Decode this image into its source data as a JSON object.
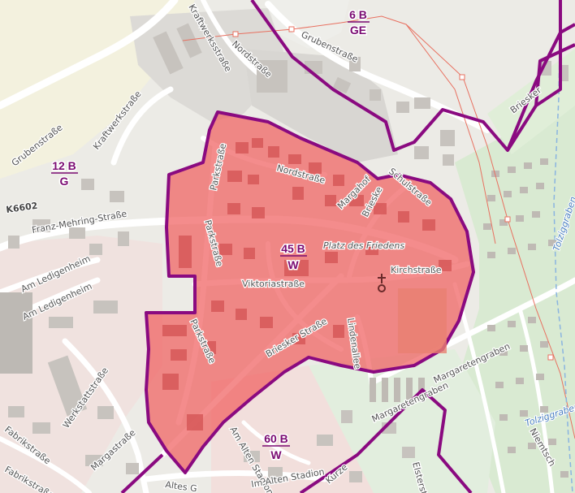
{
  "map": {
    "colors": {
      "background": "#ecebe6",
      "zone_border": "#8a0a80",
      "highlight_fill": "#f06a6a",
      "zone_label": "#7a0a72",
      "green_area": "#d8ead0",
      "building": "#c9c5c0",
      "road": "#ffffff",
      "rail_line": "#e87060"
    },
    "zones": [
      {
        "id": "6b",
        "top": "6 B",
        "bottom": "GE"
      },
      {
        "id": "12b",
        "top": "12 B",
        "bottom": "G"
      },
      {
        "id": "45b",
        "top": "45 B",
        "bottom": "W",
        "highlighted": true
      },
      {
        "id": "60b",
        "top": "60 B",
        "bottom": "W"
      }
    ],
    "streets": [
      "Kraftwerksstraße",
      "Grubenstraße",
      "Kraftwerkstraße",
      "Grubenstraße",
      "K6602",
      "Franz-Mehring-Straße",
      "Am Ledigenheim",
      "Am Ledigenheim",
      "Parkstraße",
      "Nordstraße",
      "Schulstraße",
      "Brieske",
      "Margahof",
      "Platz des Friedens",
      "Kirchstraße",
      "Viktoriastraße",
      "Parkstraße",
      "Briesker Straße",
      "Lindenallee",
      "Parkstraße",
      "Werkstattstraße",
      "Margastraße",
      "Fabrikstraße",
      "Fabrikstraße",
      "Altes G",
      "Am Alten Stadion",
      "Im Alten Stadion",
      "Kurze",
      "Elsterstraße",
      "Margaretengraben",
      "Margaretengraben",
      "Niemtsch",
      "Briesker",
      "Nordstraße"
    ],
    "waterways": [
      "Tolziggraben",
      "Tolziggraben"
    ]
  }
}
